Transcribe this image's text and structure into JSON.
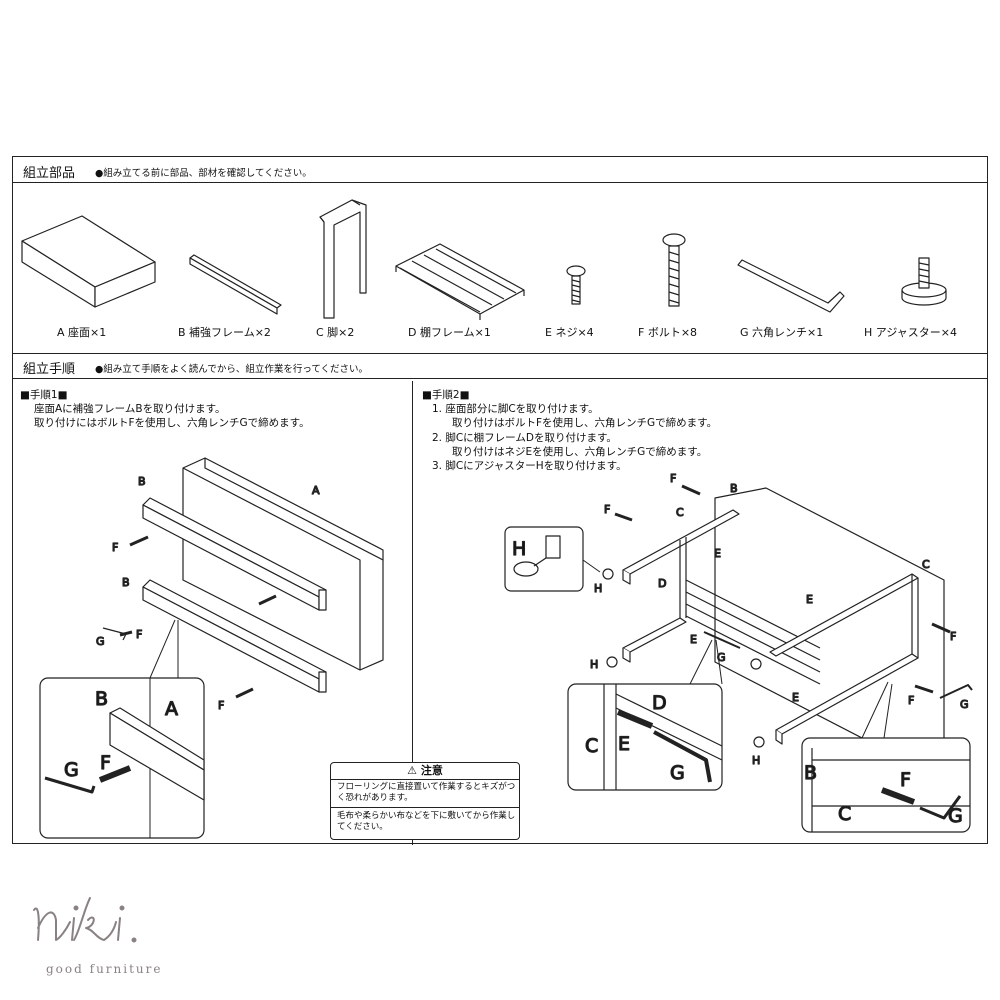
{
  "parts_section": {
    "title": "組立部品",
    "note": "●組み立てる前に部品、部材を確認してください。",
    "parts": [
      {
        "label": "A  座面×1"
      },
      {
        "label": "B  補強フレーム×2"
      },
      {
        "label": "C  脚×2"
      },
      {
        "label": "D  棚フレーム×1"
      },
      {
        "label": "E  ネジ×4"
      },
      {
        "label": "F  ボルト×8"
      },
      {
        "label": "G  六角レンチ×1"
      },
      {
        "label": "H  アジャスター×4"
      }
    ]
  },
  "steps_section": {
    "title": "組立手順",
    "note": "●組み立て手順をよく読んでから、組立作業を行ってください。"
  },
  "step1": {
    "title": "■手順1■",
    "lines": [
      "座面Aに補強フレームBを取り付けます。",
      "取り付けにはボルトFを使用し、六角レンチGで締めます。"
    ]
  },
  "step2": {
    "title": "■手順2■",
    "lines": [
      "1. 座面部分に脚Cを取り付けます。",
      "取り付けはボルトFを使用し、六角レンチGで締めます。",
      "2. 脚Cに棚フレームDを取り付けます。",
      "取り付けはネジEを使用し、六角レンチGで締めます。",
      "3. 脚CにアジャスターHを取り付けます。"
    ]
  },
  "labels": {
    "A": "A",
    "B": "B",
    "C": "C",
    "D": "D",
    "E": "E",
    "F": "F",
    "G": "G",
    "H": "H"
  },
  "caution": {
    "title": "注意",
    "text1": "フローリングに直接置いて作業するとキズがつく恐れがあります。",
    "text2": "毛布や柔らかい布などを下に敷いてから作業してください。"
  },
  "brand": {
    "name": "niki.",
    "tagline": "good furniture"
  }
}
